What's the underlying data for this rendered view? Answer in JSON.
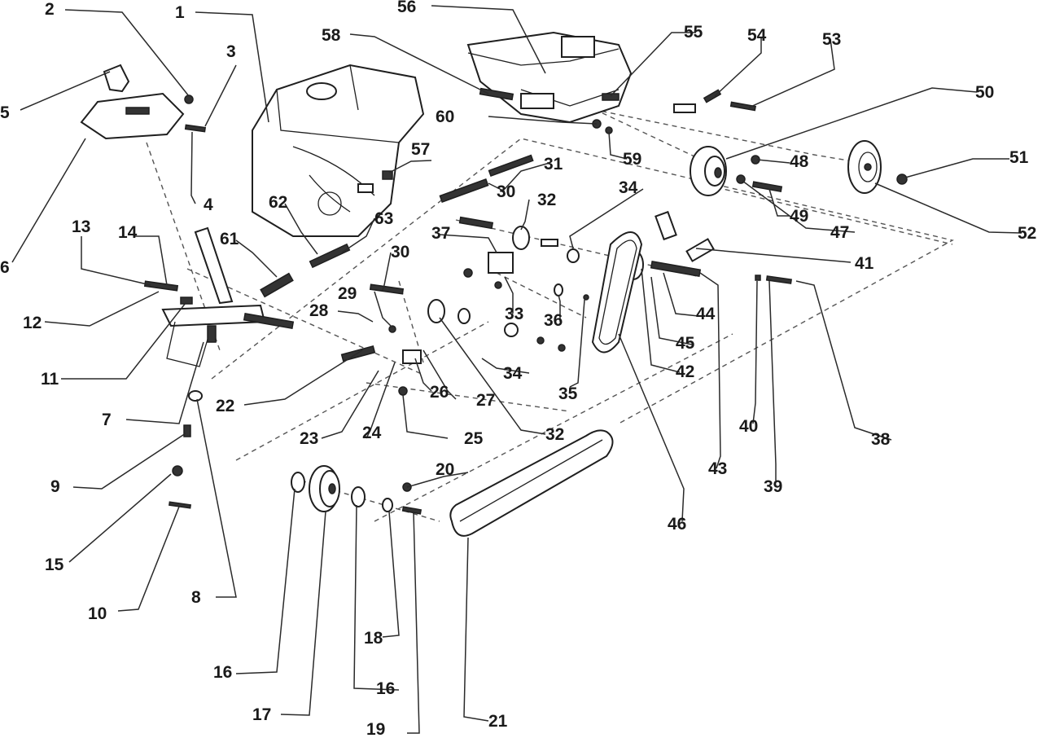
{
  "callouts": [
    {
      "id": "1",
      "text": "1"
    },
    {
      "id": "2",
      "text": "2"
    },
    {
      "id": "3",
      "text": "3"
    },
    {
      "id": "4",
      "text": "4"
    },
    {
      "id": "5",
      "text": "5"
    },
    {
      "id": "6",
      "text": "6"
    },
    {
      "id": "7",
      "text": "7"
    },
    {
      "id": "8",
      "text": "8"
    },
    {
      "id": "9",
      "text": "9"
    },
    {
      "id": "10",
      "text": "10"
    },
    {
      "id": "11",
      "text": "11"
    },
    {
      "id": "12",
      "text": "12"
    },
    {
      "id": "13",
      "text": "13"
    },
    {
      "id": "14",
      "text": "14"
    },
    {
      "id": "15",
      "text": "15"
    },
    {
      "id": "16a",
      "text": "16"
    },
    {
      "id": "16b",
      "text": "16"
    },
    {
      "id": "17",
      "text": "17"
    },
    {
      "id": "18",
      "text": "18"
    },
    {
      "id": "19",
      "text": "19"
    },
    {
      "id": "20",
      "text": "20"
    },
    {
      "id": "21",
      "text": "21"
    },
    {
      "id": "22",
      "text": "22"
    },
    {
      "id": "23",
      "text": "23"
    },
    {
      "id": "24",
      "text": "24"
    },
    {
      "id": "25",
      "text": "25"
    },
    {
      "id": "26",
      "text": "26"
    },
    {
      "id": "27",
      "text": "27"
    },
    {
      "id": "28",
      "text": "28"
    },
    {
      "id": "29",
      "text": "29"
    },
    {
      "id": "30a",
      "text": "30"
    },
    {
      "id": "30b",
      "text": "30"
    },
    {
      "id": "31",
      "text": "31"
    },
    {
      "id": "32a",
      "text": "32"
    },
    {
      "id": "32b",
      "text": "32"
    },
    {
      "id": "33",
      "text": "33"
    },
    {
      "id": "34a",
      "text": "34"
    },
    {
      "id": "34b",
      "text": "34"
    },
    {
      "id": "35",
      "text": "35"
    },
    {
      "id": "36",
      "text": "36"
    },
    {
      "id": "37",
      "text": "37"
    },
    {
      "id": "38",
      "text": "38"
    },
    {
      "id": "39",
      "text": "39"
    },
    {
      "id": "40",
      "text": "40"
    },
    {
      "id": "41",
      "text": "41"
    },
    {
      "id": "42",
      "text": "42"
    },
    {
      "id": "43",
      "text": "43"
    },
    {
      "id": "44",
      "text": "44"
    },
    {
      "id": "45",
      "text": "45"
    },
    {
      "id": "46",
      "text": "46"
    },
    {
      "id": "47",
      "text": "47"
    },
    {
      "id": "48",
      "text": "48"
    },
    {
      "id": "49",
      "text": "49"
    },
    {
      "id": "50",
      "text": "50"
    },
    {
      "id": "51",
      "text": "51"
    },
    {
      "id": "52",
      "text": "52"
    },
    {
      "id": "53",
      "text": "53"
    },
    {
      "id": "54",
      "text": "54"
    },
    {
      "id": "55",
      "text": "55"
    },
    {
      "id": "56",
      "text": "56"
    },
    {
      "id": "57",
      "text": "57"
    },
    {
      "id": "58",
      "text": "58"
    },
    {
      "id": "59",
      "text": "59"
    },
    {
      "id": "60",
      "text": "60"
    },
    {
      "id": "61",
      "text": "61"
    },
    {
      "id": "62",
      "text": "62"
    },
    {
      "id": "63",
      "text": "63"
    }
  ]
}
